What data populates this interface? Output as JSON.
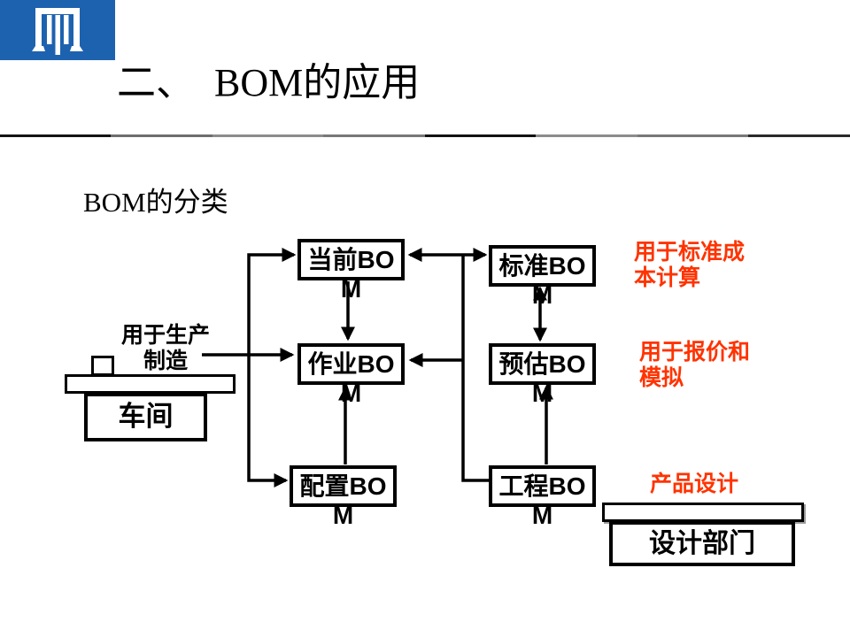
{
  "slide": {
    "title": "二、  BOM的应用",
    "section_heading": "BOM的分类"
  },
  "logo": {
    "color": "#1D62AF",
    "glyph": "three-pillar-gate"
  },
  "diagram": {
    "boxes": {
      "current": "当前BO\nM",
      "standard": "标准BO\nM",
      "operation": "作业BO\nM",
      "estimated": "预估BO\nM",
      "configured": "配置BO\nM",
      "engineering": "工程BO\nM"
    },
    "notes": {
      "production": "用于生产\n制造",
      "standard_cost": "用于标准成\n本计算",
      "quote_simulation": "用于报价和\n模拟",
      "product_design": "产品设计"
    },
    "entities": {
      "workshop": "车间",
      "design_department": "设计部门"
    },
    "note_color": "#FF3300",
    "line_color": "#000000",
    "edges": [
      {
        "path": "left-rail-top",
        "arrow_into": [
          "current"
        ]
      },
      {
        "path": "left-rail-bottom",
        "arrow_into": [
          "configured"
        ]
      },
      {
        "path": "production-to-operation",
        "arrow_into": [
          "operation"
        ]
      },
      {
        "path": "current-to-operation",
        "arrow_into": [
          "operation"
        ]
      },
      {
        "path": "configured-to-operation",
        "arrow_into": [
          "operation"
        ]
      },
      {
        "path": "current-standard-double",
        "arrow_into": [
          "current",
          "standard"
        ]
      },
      {
        "path": "center-rail-to-engineering",
        "arrow_into": []
      },
      {
        "path": "center-rail-to-operation",
        "arrow_into": [
          "operation"
        ]
      },
      {
        "path": "standard-estimated-double",
        "arrow_into": [
          "standard",
          "estimated"
        ]
      },
      {
        "path": "engineering-to-estimated",
        "arrow_into": [
          "estimated"
        ]
      }
    ]
  }
}
